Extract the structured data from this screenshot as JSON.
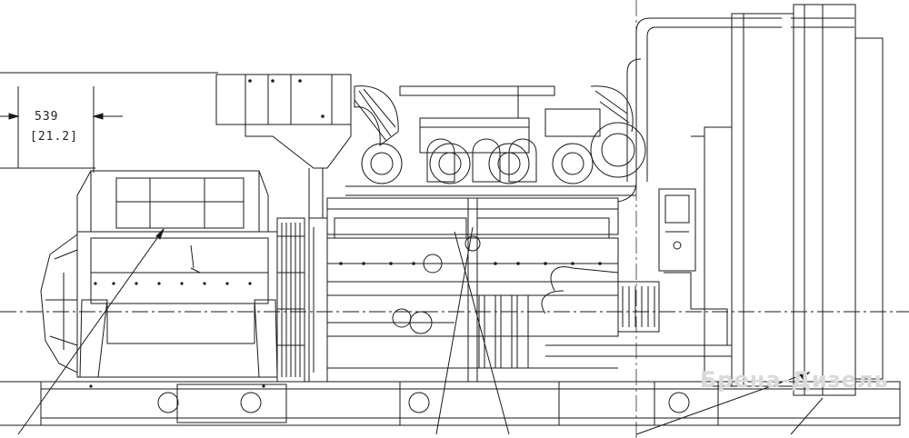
{
  "dimension": {
    "value_mm": "539",
    "value_in": "[21.2]"
  },
  "watermark": {
    "text": "Брена-Дизель"
  },
  "colors": {
    "line": "#1a1a1a",
    "watermark": "#d9d9d9"
  }
}
